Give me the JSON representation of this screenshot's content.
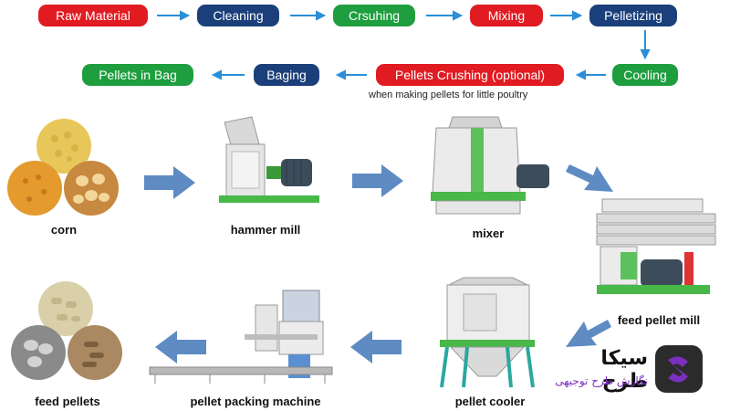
{
  "flow": {
    "steps": [
      {
        "label": "Raw Material",
        "color": "#e11b22"
      },
      {
        "label": "Cleaning",
        "color": "#1b3f7a"
      },
      {
        "label": "Crsuhing",
        "color": "#1e9e3e"
      },
      {
        "label": "Mixing",
        "color": "#e11b22"
      },
      {
        "label": "Pelletizing",
        "color": "#1b3f7a"
      },
      {
        "label": "Cooling",
        "color": "#1e9e3e"
      },
      {
        "label": "Pellets Crushing (optional)",
        "color": "#e11b22"
      },
      {
        "label": "Baging",
        "color": "#1b3f7a"
      },
      {
        "label": "Pellets in Bag",
        "color": "#1e9e3e"
      }
    ],
    "note": "when making pellets for little poultry",
    "arrow_color": "#2a8fd8"
  },
  "machines": {
    "corn": "corn",
    "hammer_mill": "hammer mill",
    "mixer": "mixer",
    "feed_pellet_mill": "feed pellet mill",
    "pellet_cooler": "pellet cooler",
    "pellet_packing_machine": "pellet packing machine",
    "feed_pellets": "feed pellets"
  },
  "logo": {
    "name": "سیکا طرح",
    "tagline": "نگارش طرح توجیهی",
    "color": "#7b2fbe"
  }
}
